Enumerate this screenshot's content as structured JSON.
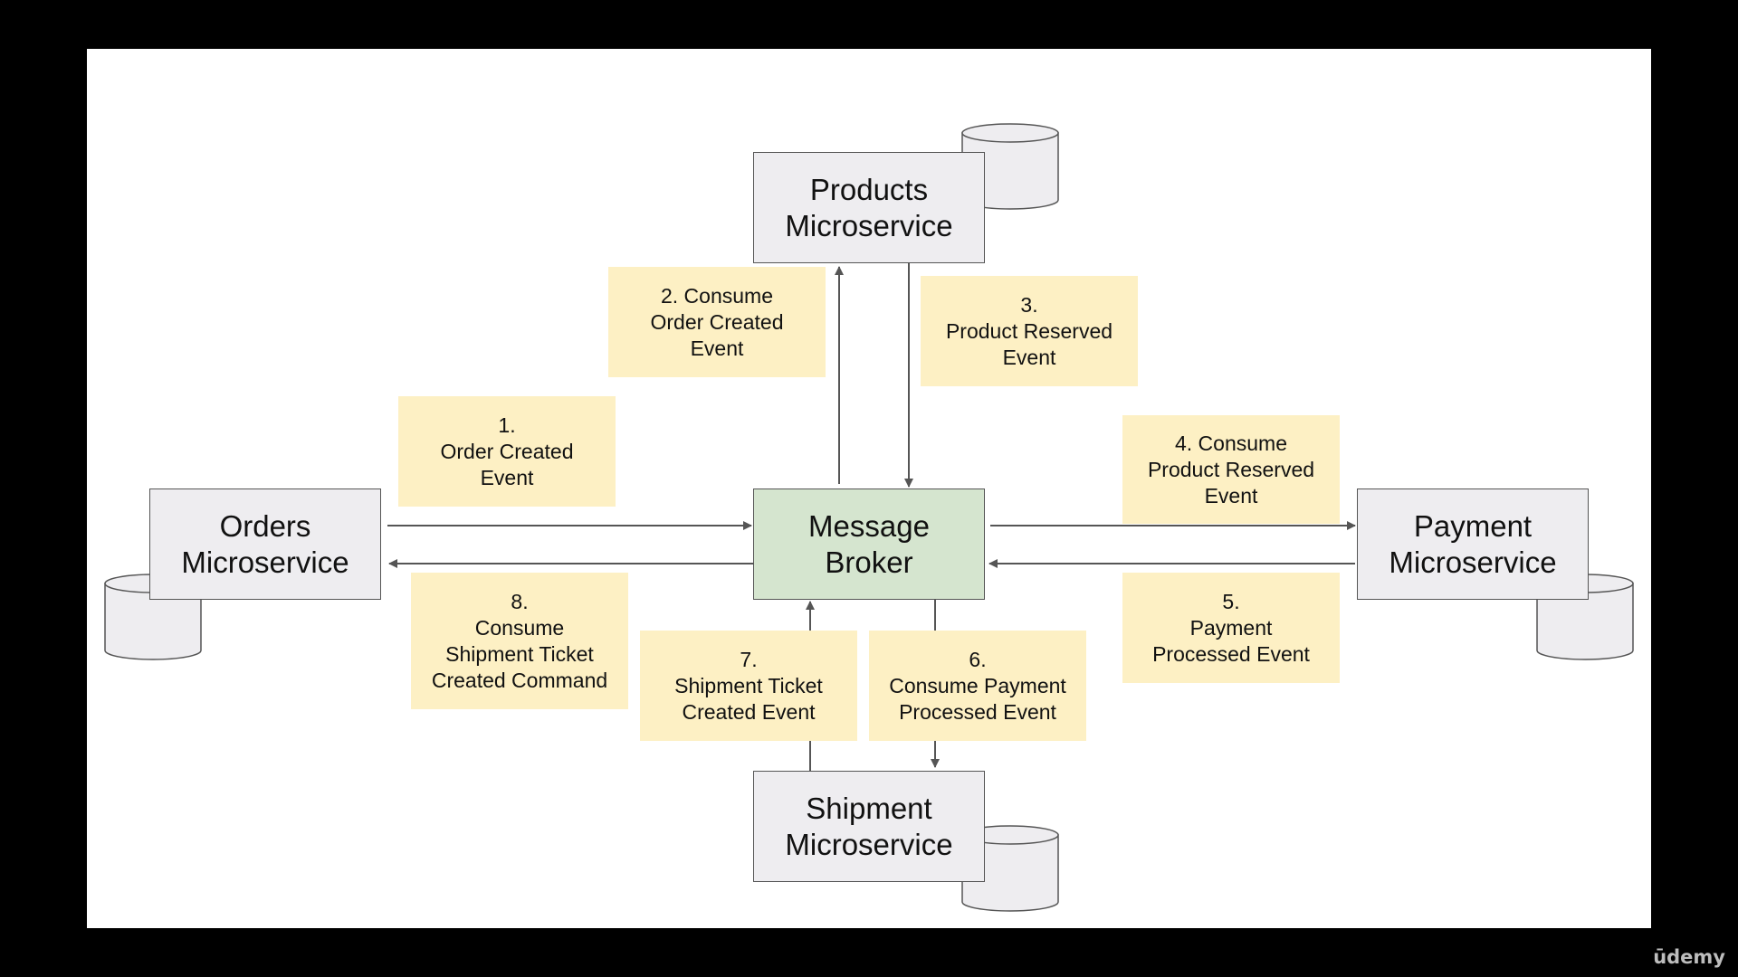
{
  "services": {
    "products": [
      "Products",
      "Microservice"
    ],
    "orders": [
      "Orders",
      "Microservice"
    ],
    "broker": [
      "Message",
      "Broker"
    ],
    "payment": [
      "Payment",
      "Microservice"
    ],
    "shipment": [
      "Shipment",
      "Microservice"
    ]
  },
  "events": {
    "e1": [
      "1.",
      "Order Created",
      "Event"
    ],
    "e2": [
      "2. Consume",
      "Order Created",
      "Event"
    ],
    "e3": [
      "3.",
      "Product Reserved",
      "Event"
    ],
    "e4": [
      "4. Consume",
      "Product Reserved",
      "Event"
    ],
    "e5": [
      "5.",
      "Payment",
      "Processed Event"
    ],
    "e6": [
      "6.",
      "Consume Payment",
      "Processed Event"
    ],
    "e7": [
      "7.",
      "Shipment Ticket",
      "Created Event"
    ],
    "e8": [
      "8.",
      "Consume",
      "Shipment Ticket",
      "Created Command"
    ]
  },
  "watermark": "ūdemy",
  "colors": {
    "frame": "#000000",
    "slide": "#ffffff",
    "service_fill": "#eeedf0",
    "broker_fill": "#d5e5cf",
    "note_fill": "#fdf0c4",
    "line": "#555555"
  }
}
